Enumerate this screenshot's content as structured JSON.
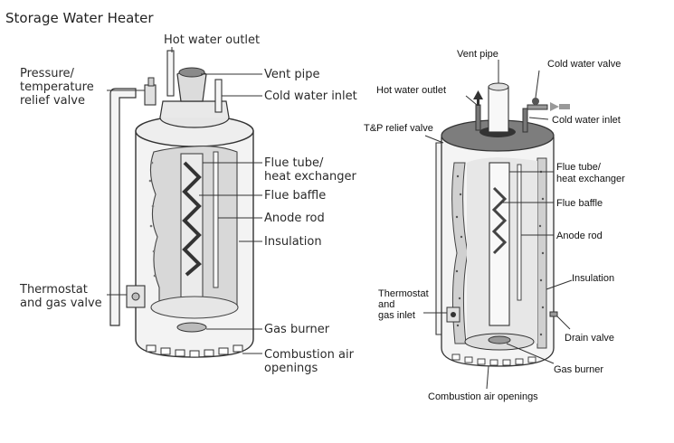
{
  "title": "Storage Water Heater",
  "left": {
    "hot_water_outlet": "Hot water outlet",
    "vent_pipe": "Vent pipe",
    "cold_water_inlet": "Cold water inlet",
    "prv_1": "Pressure/",
    "prv_2": "temperature",
    "prv_3": "relief valve",
    "flue_tube_1": "Flue tube/",
    "flue_tube_2": "heat exchanger",
    "flue_baffle": "Flue baffle",
    "anode_rod": "Anode rod",
    "insulation": "Insulation",
    "thermostat_1": "Thermostat",
    "thermostat_2": "and gas valve",
    "gas_burner": "Gas burner",
    "combustion_1": "Combustion air",
    "combustion_2": "openings"
  },
  "right": {
    "vent_pipe": "Vent pipe",
    "cold_water_valve": "Cold water valve",
    "hot_water_outlet": "Hot water outlet",
    "cold_water_inlet": "Cold water inlet",
    "tp_relief_valve": "T&P relief valve",
    "flue_tube_1": "Flue tube/",
    "flue_tube_2": "heat exchanger",
    "flue_baffle": "Flue baffle",
    "anode_rod": "Anode rod",
    "insulation": "Insulation",
    "thermostat_1": "Thermostat",
    "thermostat_2": "and",
    "thermostat_3": "gas inlet",
    "drain_valve": "Drain valve",
    "gas_burner": "Gas burner",
    "combustion_air_openings": "Combustion air openings"
  },
  "colors": {
    "tank_outline": "#333333",
    "tank_fill": "#f2f2f2",
    "interior": "#d9d9d9",
    "lid_dark": "#7d7d7d",
    "insulation_speckle": "#555555"
  }
}
